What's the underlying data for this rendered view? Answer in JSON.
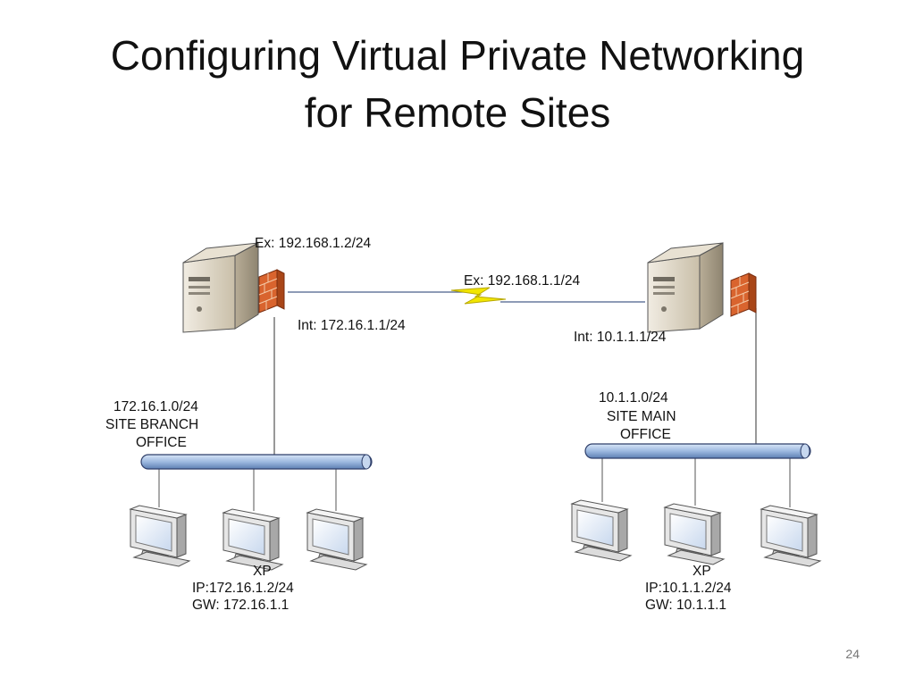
{
  "slide": {
    "title_line1": "Configuring Virtual Private Networking",
    "title_line2": "for Remote Sites",
    "slide_number": "24"
  },
  "branch": {
    "server_ex": "Ex: 192.168.1.2/24",
    "server_int": "Int: 172.16.1.1/24",
    "subnet": "172.16.1.0/24",
    "site_line1": "SITE BRANCH",
    "site_line2": "OFFICE",
    "client_os": "XP",
    "client_ip": "IP:172.16.1.2/24",
    "client_gw": "GW: 172.16.1.1"
  },
  "main": {
    "server_ex": "Ex: 192.168.1.1/24",
    "server_int": "Int: 10.1.1.1/24",
    "subnet": "10.1.1.0/24",
    "site_line1": "SITE MAIN",
    "site_line2": "OFFICE",
    "client_os": "XP",
    "client_ip": "IP:10.1.1.2/24",
    "client_gw": "GW: 10.1.1.1"
  },
  "icons": [
    "server-icon",
    "firewall-icon",
    "monitor-icon",
    "network-bus",
    "vpn-link"
  ],
  "colors": {
    "bus": "#a9c3e6",
    "bus_stroke": "#2f3f6a",
    "vpn": "#f2e600",
    "server": "#d9cfbd",
    "firewall": "#d9642e"
  }
}
